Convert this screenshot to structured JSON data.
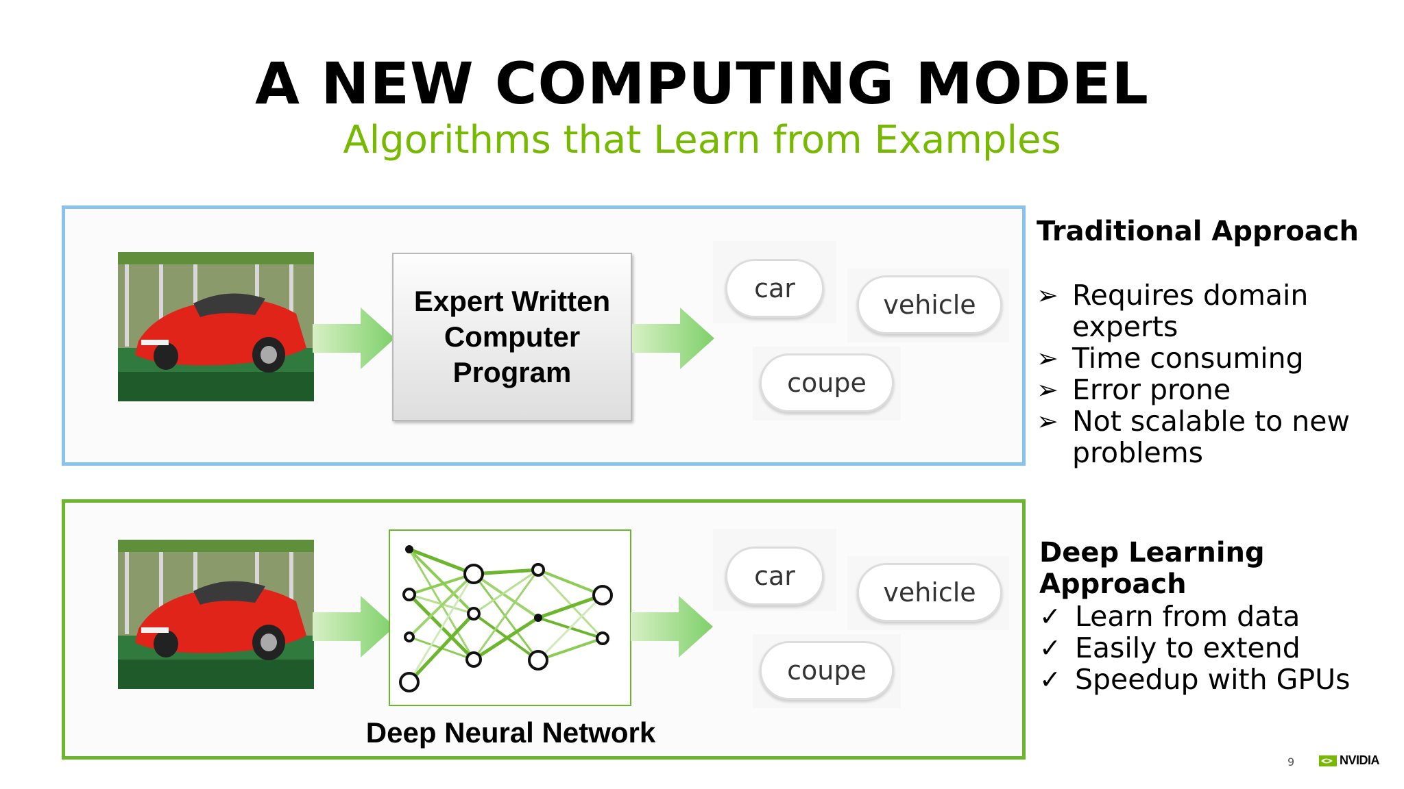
{
  "slide": {
    "title": "A NEW COMPUTING MODEL",
    "subtitle": "Algorithms that Learn from Examples",
    "page_number": "9",
    "brand": "NVIDIA"
  },
  "traditional": {
    "box_label": "Expert Written\nComputer\nProgram",
    "tags": [
      "car",
      "vehicle",
      "coupe"
    ],
    "heading": "Traditional Approach",
    "bullets": [
      "Requires domain experts",
      "Time consuming",
      "Error prone",
      "Not scalable to new problems"
    ],
    "bullet_mark": "➢"
  },
  "deep_learning": {
    "network_label": "Deep Neural Network",
    "tags": [
      "car",
      "vehicle",
      "coupe"
    ],
    "heading": "Deep Learning Approach",
    "bullets": [
      "Learn from data",
      "Easily to extend",
      "Speedup with GPUs"
    ],
    "bullet_mark": "✓"
  },
  "colors": {
    "accent_green": "#76b900",
    "traditional_border": "#8ac2ee",
    "deep_learning_border": "#6cb62e",
    "car": "#e0241a"
  }
}
